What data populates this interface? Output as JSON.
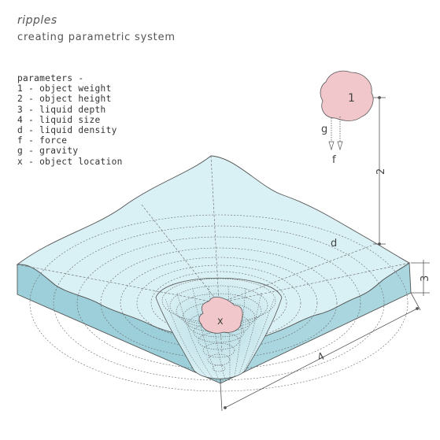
{
  "title": "ripples",
  "subtitle": "creating parametric system",
  "parameters": {
    "heading": "parameters -",
    "items": [
      "1 - object weight",
      "2 - object height",
      "3 - liquid depth",
      "4 - liquid size",
      "d - liquid density",
      "f - force",
      "g - gravity",
      "x - object location"
    ]
  },
  "labels": {
    "object_top": "1",
    "gravity": "g",
    "force": "f",
    "height": "2",
    "density": "d",
    "depth": "3",
    "size": "4",
    "object_location": "x"
  },
  "colors": {
    "liquid_top": "#d9f0f4",
    "liquid_side": "#a9d6df",
    "liquid_side_dark": "#93c8d3",
    "object": "#f1c7cc",
    "line": "#555555"
  }
}
